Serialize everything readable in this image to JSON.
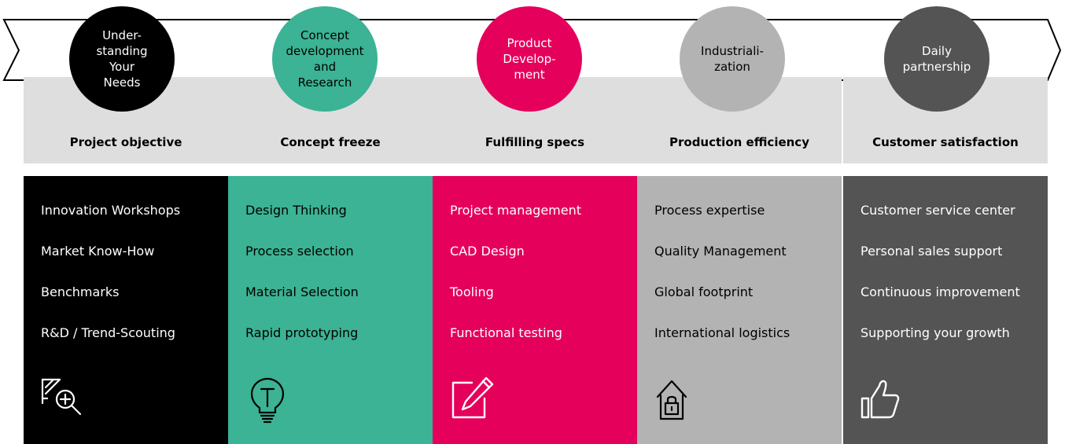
{
  "stages": [
    {
      "circle_text": "Under-\nstanding\nYour\nNeeds",
      "header": "Project objective",
      "items": [
        "Innovation Workshops",
        "Market Know-How",
        "Benchmarks",
        "R&D / Trend-Scouting"
      ],
      "icon": "magnifier-analysis-icon",
      "circle_color": "#000000",
      "circle_text_color": "#ffffff",
      "card_color": "#000000",
      "card_text_color": "#ffffff"
    },
    {
      "circle_text": "Concept\ndevelopment\nand\nResearch",
      "header": "Concept freeze",
      "items": [
        "Design Thinking",
        "Process selection",
        "Material Selection",
        "Rapid prototyping"
      ],
      "icon": "lightbulb-icon",
      "circle_color": "#3bb394",
      "circle_text_color": "#000000",
      "card_color": "#3bb394",
      "card_text_color": "#000000"
    },
    {
      "circle_text": "Product\nDevelop-\nment",
      "header": "Fulfilling specs",
      "items": [
        "Project management",
        "CAD Design",
        "Tooling",
        "Functional testing"
      ],
      "icon": "edit-pencil-icon",
      "circle_color": "#e5005c",
      "circle_text_color": "#ffffff",
      "card_color": "#e5005c",
      "card_text_color": "#ffffff"
    },
    {
      "circle_text": "Industriali-\nzation",
      "header": "Production efficiency",
      "items": [
        "Process expertise",
        "Quality Management",
        "Global footprint",
        "International logistics"
      ],
      "icon": "secure-house-icon",
      "circle_color": "#b3b3b3",
      "circle_text_color": "#000000",
      "card_color": "#b3b3b3",
      "card_text_color": "#000000"
    },
    {
      "circle_text": "Daily\npartnership",
      "header": "Customer satisfaction",
      "items": [
        "Customer service center",
        "Personal sales support",
        "Continuous improvement",
        "Supporting your growth"
      ],
      "icon": "thumbs-up-icon",
      "circle_color": "#545454",
      "circle_text_color": "#ffffff",
      "card_color": "#545454",
      "card_text_color": "#ffffff"
    }
  ]
}
